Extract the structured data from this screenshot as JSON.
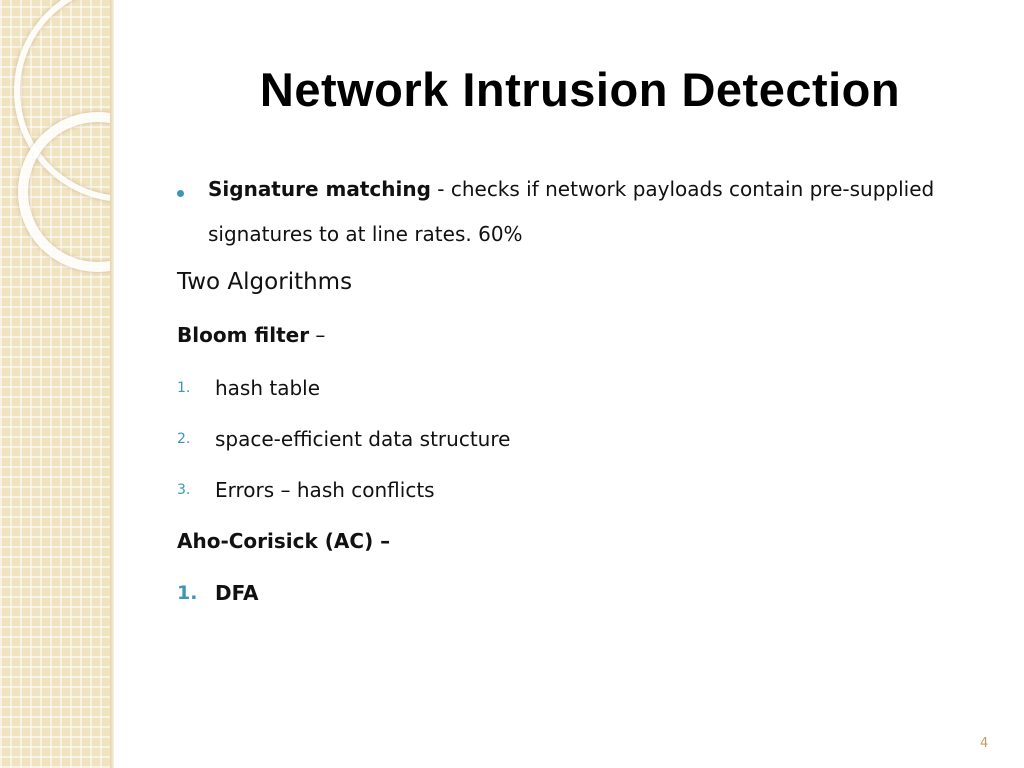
{
  "title": "Network Intrusion Detection",
  "bullet": {
    "term": "Signature matching",
    "desc_line1": " - checks if network payloads contain pre-supplied",
    "desc_line2": "signatures to at line rates.  60%"
  },
  "section_heading": "Two Algorithms",
  "bloom": {
    "label": "Bloom filter",
    "dash": " –",
    "items": [
      {
        "num": "1.",
        "text": "hash table"
      },
      {
        "num": "2.",
        "text": "space-efficient data structure"
      },
      {
        "num": "3.",
        "text": "Errors – hash conflicts"
      }
    ]
  },
  "aho": {
    "label": "Aho-Corisick (AC) –",
    "items": [
      {
        "num": "1.",
        "text": "DFA"
      }
    ]
  },
  "page_number": "4",
  "colors": {
    "accent": "#3b96b8",
    "band": "#f0e3bf",
    "page_number": "#c0a060"
  }
}
